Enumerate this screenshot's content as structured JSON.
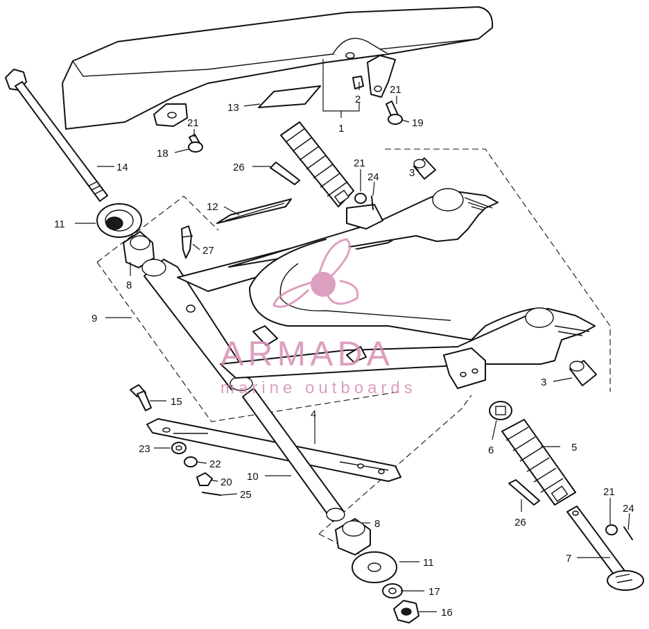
{
  "watermark": {
    "brand": "ARMADA",
    "tagline": "marine outboards",
    "color": "#d88fb4"
  },
  "callouts": {
    "c1": "1",
    "c2": "2",
    "c3a": "3",
    "c3b": "3",
    "c4": "4",
    "c5": "5",
    "c6": "6",
    "c7": "7",
    "c8a": "8",
    "c8b": "8",
    "c9": "9",
    "c10": "10",
    "c11a": "11",
    "c11b": "11",
    "c12": "12",
    "c13": "13",
    "c14": "14",
    "c15": "15",
    "c16": "16",
    "c17": "17",
    "c18": "18",
    "c19": "19",
    "c20": "20",
    "c21a": "21",
    "c21b": "21",
    "c21c": "21",
    "c21d": "21",
    "c22": "22",
    "c23": "23",
    "c24a": "24",
    "c24b": "24",
    "c25": "25",
    "c26a": "26",
    "c26b": "26",
    "c27": "27"
  }
}
